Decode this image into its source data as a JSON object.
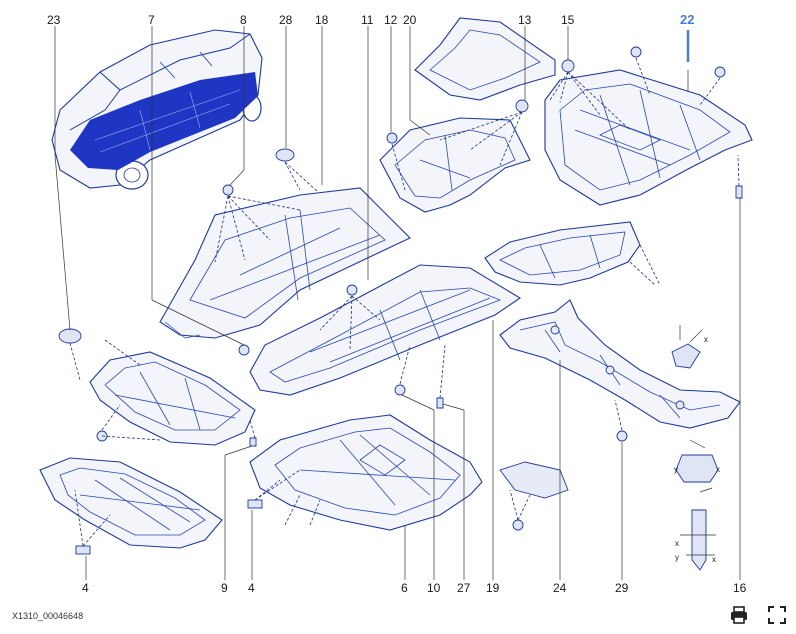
{
  "callouts": [
    {
      "id": "c23",
      "label": "23",
      "highlight": false
    },
    {
      "id": "c7",
      "label": "7",
      "highlight": false
    },
    {
      "id": "c8",
      "label": "8",
      "highlight": false
    },
    {
      "id": "c28",
      "label": "28",
      "highlight": false
    },
    {
      "id": "c18",
      "label": "18",
      "highlight": false
    },
    {
      "id": "c11",
      "label": "11",
      "highlight": false
    },
    {
      "id": "c12",
      "label": "12",
      "highlight": false
    },
    {
      "id": "c20",
      "label": "20",
      "highlight": false
    },
    {
      "id": "c13",
      "label": "13",
      "highlight": false
    },
    {
      "id": "c15",
      "label": "15",
      "highlight": false
    },
    {
      "id": "c22",
      "label": "22",
      "highlight": true
    },
    {
      "id": "c4a",
      "label": "4",
      "highlight": false
    },
    {
      "id": "c9",
      "label": "9",
      "highlight": false
    },
    {
      "id": "c4b",
      "label": "4",
      "highlight": false
    },
    {
      "id": "c6",
      "label": "6",
      "highlight": false
    },
    {
      "id": "c10",
      "label": "10",
      "highlight": false
    },
    {
      "id": "c27",
      "label": "27",
      "highlight": false
    },
    {
      "id": "c19",
      "label": "19",
      "highlight": false
    },
    {
      "id": "c24",
      "label": "24",
      "highlight": false
    },
    {
      "id": "c29",
      "label": "29",
      "highlight": false
    },
    {
      "id": "c16",
      "label": "16",
      "highlight": false
    }
  ],
  "axis_marks": {
    "x": "x",
    "y": "y"
  },
  "reference_code": "X1310_00046648",
  "toolbar": {
    "print_icon": "printer-icon",
    "fullscreen_icon": "fullscreen-icon"
  },
  "colors": {
    "line": "#1d3a9a",
    "fill": "#f3f5fb",
    "car_fill": "#1f35c4",
    "highlight": "#4a7bd6"
  }
}
